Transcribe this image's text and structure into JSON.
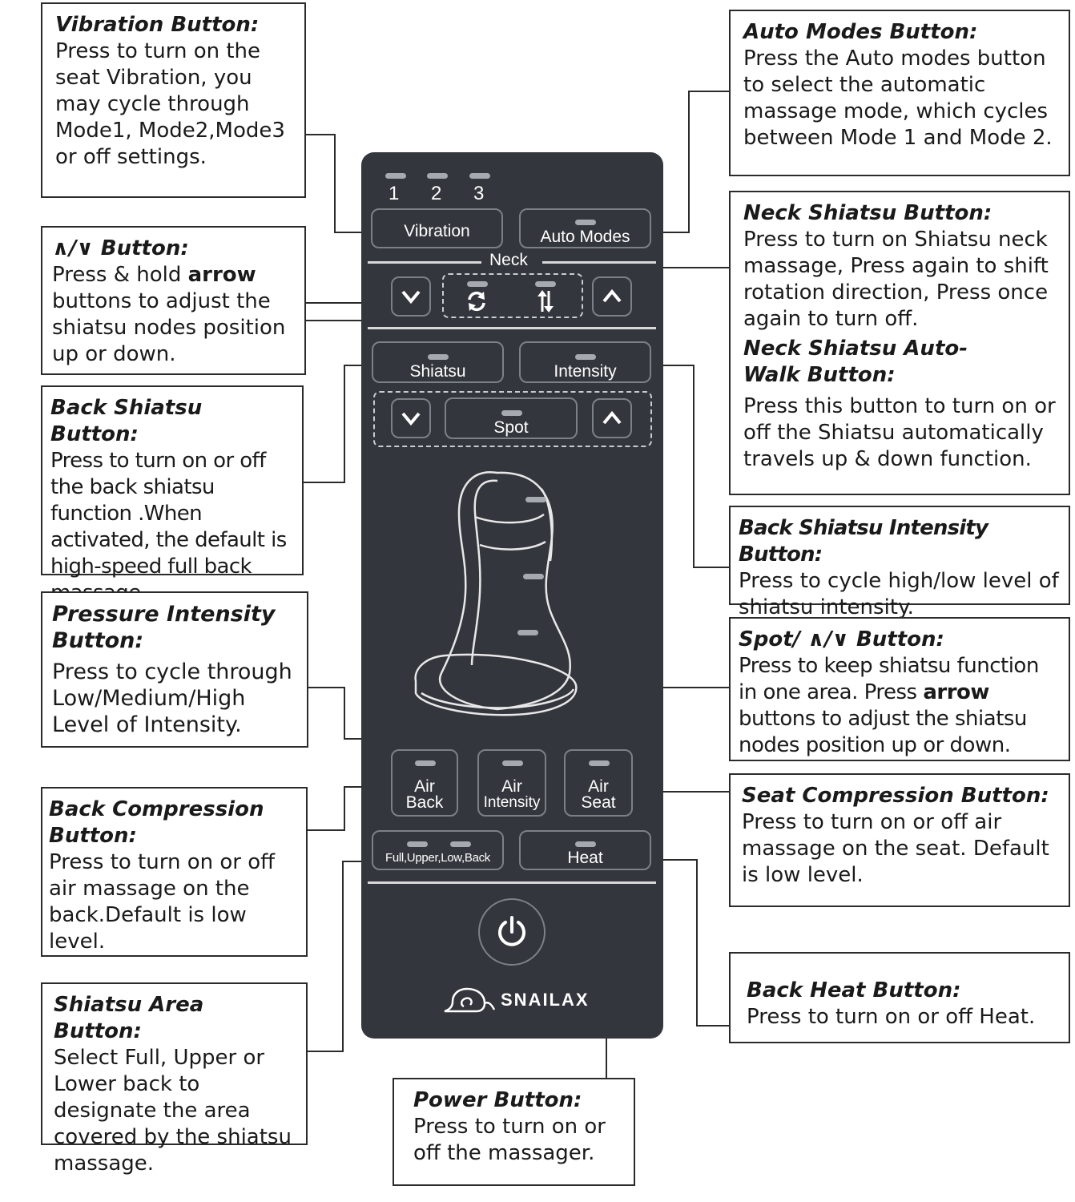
{
  "remote": {
    "indicators": [
      "1",
      "2",
      "3"
    ],
    "vibration": "Vibration",
    "auto_modes": "Auto Modes",
    "neck": "Neck",
    "shiatsu": "Shiatsu",
    "intensity": "Intensity",
    "spot": "Spot",
    "air_back": [
      "Air",
      "Back"
    ],
    "air_intensity": [
      "Air",
      "Intensity"
    ],
    "air_seat": [
      "Air",
      "Seat"
    ],
    "area": "Full,Upper,Low,Back",
    "heat": "Heat",
    "brand": "SNAILAX"
  },
  "callouts": {
    "vibration": {
      "title": "Vibration Button:",
      "text": "Press to turn on the seat Vibration, you may cycle through Mode1, Mode2,Mode3 or off settings."
    },
    "updown": {
      "title": "∧/∨ Button:",
      "pre": "Press & hold ",
      "bold": "arrow",
      "post": " buttons to adjust the shiatsu nodes position up or down."
    },
    "back_shiatsu": {
      "title": "Back Shiatsu Button:",
      "text": "Press to turn on or off the back shiatsu function .When activated, the default is high-speed full back massage."
    },
    "pressure": {
      "title": "Pressure Intensity Button:",
      "text": "Press to cycle through Low/Medium/High Level of Intensity."
    },
    "back_compression": {
      "title": "Back Compression Button:",
      "text": "Press to turn on or off air massage on the back.Default is low level."
    },
    "shiatsu_area": {
      "title": "Shiatsu Area Button:",
      "text": "Select Full, Upper or Lower back to designate the area covered by the shiatsu massage."
    },
    "power": {
      "title": "Power Button:",
      "text": "Press to turn on or off the massager."
    },
    "auto_modes": {
      "title": "Auto Modes Button:",
      "text": "Press the Auto modes button to select the automatic massage mode, which cycles between Mode 1 and Mode 2."
    },
    "neck": {
      "title": "Neck Shiatsu Button:",
      "text": "Press to turn on Shiatsu neck massage, Press again to shift rotation direction, Press once again to turn off.",
      "title2": "Neck Shiatsu Auto-Walk Button:",
      "text2": "Press this button to turn on or off the Shiatsu automatically travels up & down function."
    },
    "intensity": {
      "title": "Back Shiatsu Intensity Button:",
      "text": "Press to cycle high/low level of shiatsu intensity."
    },
    "spot": {
      "title": "Spot/ ∧/∨ Button:",
      "pre": "Press to keep shiatsu function in one area. Press ",
      "bold": "arrow",
      "post": " buttons to adjust the shiatsu nodes position up or down."
    },
    "seat_compression": {
      "title": "Seat Compression Button:",
      "text": "Press to turn on or off air massage on the seat. Default is low level."
    },
    "heat": {
      "title": "Back Heat Button:",
      "text": "Press to turn on or off Heat."
    }
  },
  "colors": {
    "remote_body": "#33363c",
    "button_border": "#7c8087",
    "led": "#a6aab0",
    "line": "#2b2b2b"
  }
}
